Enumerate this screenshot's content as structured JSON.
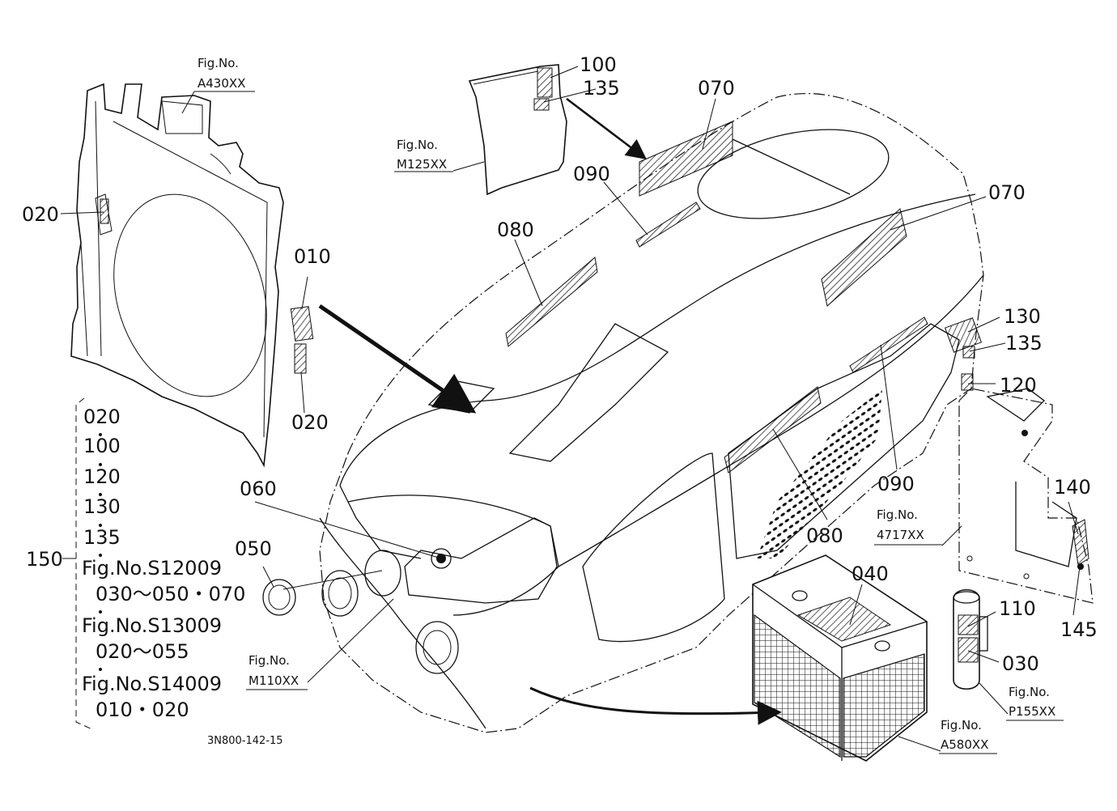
{
  "figure_refs": {
    "a430": {
      "label": "Fig.No.",
      "code": "A430XX"
    },
    "m125": {
      "label": "Fig.No.",
      "code": "M125XX"
    },
    "f4717": {
      "label": "Fig.No.",
      "code": "4717XX"
    },
    "m110": {
      "label": "Fig.No.",
      "code": "M110XX"
    },
    "a580": {
      "label": "Fig.No.",
      "code": "A580XX"
    },
    "p155": {
      "label": "Fig.No.",
      "code": "P155XX"
    }
  },
  "callouts": {
    "c020_left": "020",
    "c010": "010",
    "c020_mid": "020",
    "c100": "100",
    "c135_top": "135",
    "c070_top": "070",
    "c090_top": "090",
    "c070_right": "070",
    "c080_left": "080",
    "c130": "130",
    "c135_right": "135",
    "c120": "120",
    "c060": "060",
    "c050": "050",
    "c090_right": "090",
    "c080_right": "080",
    "c140": "140",
    "c145": "145",
    "c040": "040",
    "c110": "110",
    "c030": "030"
  },
  "set_list": {
    "number": "150",
    "items": [
      "020",
      "100",
      "120",
      "130",
      "135"
    ],
    "fig_groups": [
      {
        "fig": "Fig.No.S12009",
        "parts": "030～050・070"
      },
      {
        "fig": "Fig.No.S13009",
        "parts": "020～055"
      },
      {
        "fig": "Fig.No.S14009",
        "parts": "010・020"
      }
    ]
  },
  "drawing_code": "3N800-142-15"
}
